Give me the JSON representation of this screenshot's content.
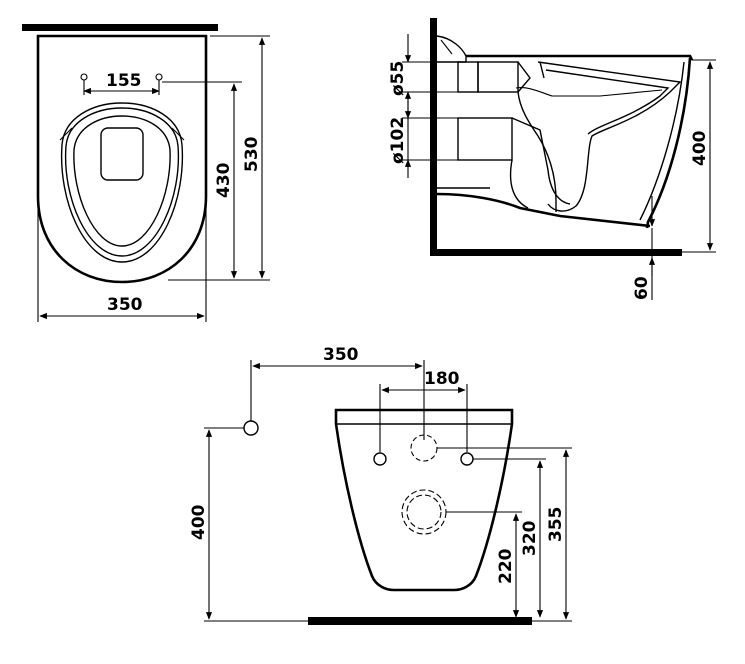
{
  "top_view": {
    "hole_spacing": "155",
    "depth_inner": "430",
    "depth_total": "530",
    "width": "350"
  },
  "side_view": {
    "outlet_diameter": "ø55",
    "inlet_diameter": "ø102",
    "height": "400",
    "floor_offset": "60"
  },
  "rear_view": {
    "offset": "350",
    "bolt_spacing": "180",
    "height_left": "400",
    "height_220": "220",
    "height_320": "320",
    "height_355": "355"
  }
}
